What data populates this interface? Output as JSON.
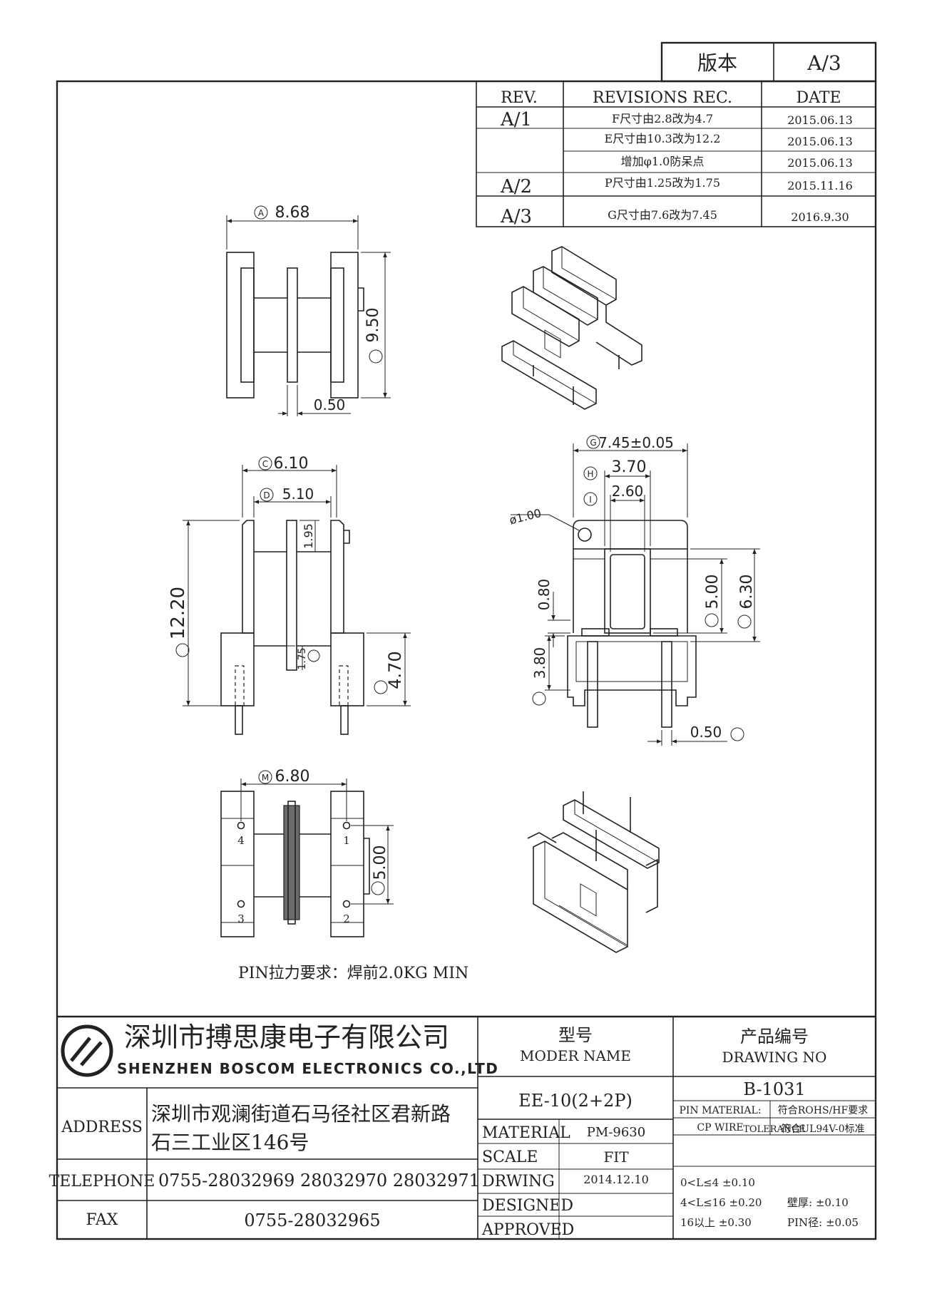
{
  "version_box": {
    "label": "版本",
    "value": "A/3"
  },
  "revisions": {
    "headers": [
      "REV.",
      "REVISIONS REC.",
      "DATE"
    ],
    "rows": [
      {
        "rev": "A/1",
        "rec": "F尺寸由2.8改为4.7",
        "date": "2015.06.13"
      },
      {
        "rev": "",
        "rec": "E尺寸由10.3改为12.2",
        "date": "2015.06.13"
      },
      {
        "rev": "",
        "rec": "增加φ1.0防呆点",
        "date": "2015.06.13"
      },
      {
        "rev": "A/2",
        "rec": "P尺寸由1.25改为1.75",
        "date": "2015.11.16"
      },
      {
        "rev": "A/3",
        "rec": "G尺寸由7.6改为7.45",
        "date": "2016.9.30"
      }
    ]
  },
  "dimensions": {
    "A": "8.68",
    "B": "9.50",
    "slot": "0.50",
    "C": "6.10",
    "D": "5.10",
    "d195": "1.95",
    "E": "12.20",
    "F": "4.70",
    "P": "1.75",
    "G": "7.45±0.05",
    "H": "3.70",
    "I": "2.60",
    "phi": "ø1.00",
    "J": "5.00",
    "K": "6.30",
    "d080": "0.80",
    "O": "3.80",
    "L": "0.50",
    "M": "6.80",
    "N": "5.00"
  },
  "pin_numbers": [
    "4",
    "1",
    "3",
    "2"
  ],
  "pin_note": "PIN拉力要求：焊前2.0KG MIN",
  "company": {
    "name_cn": "深圳市搏思康电子有限公司",
    "name_en": "SHENZHEN BOSCOM ELECTRONICS CO.,LTD"
  },
  "info": {
    "address_label": "ADDRESS",
    "address_line1": "深圳市观澜街道石马径社区君新路",
    "address_line2": "石三工业区146号",
    "telephone_label": "TELEPHONE",
    "telephone": "0755-28032969 28032970 28032971",
    "fax_label": "FAX",
    "fax": "0755-28032965"
  },
  "model": {
    "label_cn": "型号",
    "label_en": "MODER NAME",
    "value": "EE-10(2+2P)"
  },
  "drawing_no": {
    "label_cn": "产品编号",
    "label_en": "DRAWING NO",
    "value": "B-1031"
  },
  "specs": {
    "material_label": "MATERIAL",
    "material": "PM-9630",
    "scale_label": "SCALE",
    "scale": "FIT",
    "drwing_label": "DRWING",
    "drwing": "2014.12.10",
    "designed_label": "DESIGNED",
    "approved_label": "APPROVED"
  },
  "pin_material": {
    "label1": "PIN MATERIAL:",
    "label2": "CP WIRE",
    "value1": "符合ROHS/HF要求",
    "value2": "符合UL94V-0标准"
  },
  "tolerance": {
    "title": "TOLERANCE",
    "row1": "0<L≤4  ±0.10",
    "row2": "4<L≤16  ±0.20",
    "row3": "16以上    ±0.30",
    "wall": "壁厚:  ±0.10",
    "pin": "PIN径: ±0.05"
  }
}
